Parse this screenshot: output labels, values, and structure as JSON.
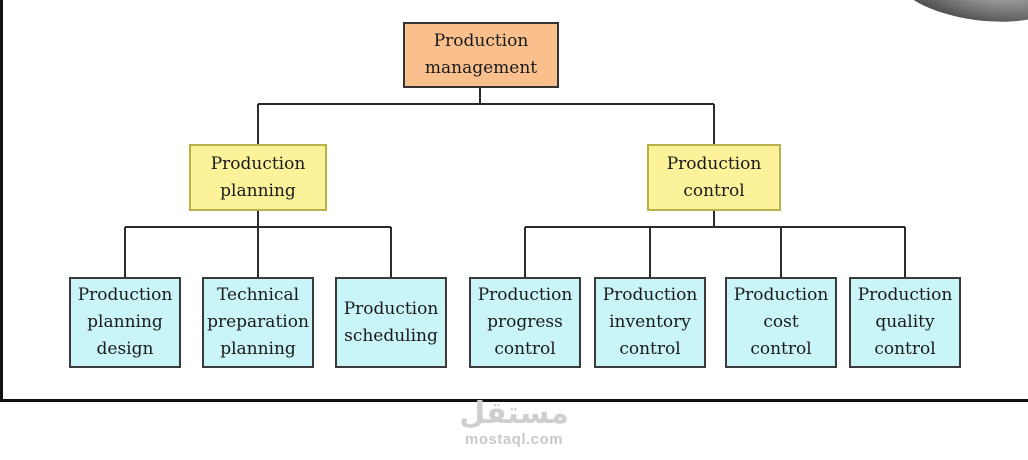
{
  "diagram": {
    "root": {
      "label": "Production\nmanagement"
    },
    "branches": [
      {
        "label": "Production\nplanning",
        "children": [
          {
            "label": "Production\nplanning\ndesign"
          },
          {
            "label": "Technical\npreparation\nplanning"
          },
          {
            "label": "Production\nscheduling"
          }
        ]
      },
      {
        "label": "Production\ncontrol",
        "children": [
          {
            "label": "Production\nprogress\ncontrol"
          },
          {
            "label": "Production\ninventory\ncontrol"
          },
          {
            "label": "Production\ncost control"
          },
          {
            "label": "Production\nquality\ncontrol"
          }
        ]
      }
    ],
    "colors": {
      "root_fill": "#f9c08e",
      "branch_fill": "#fbf29a",
      "leaf_fill": "#c9f4f8",
      "connector": "#2b2b2b"
    }
  },
  "watermark": {
    "arabic": "مستقل",
    "latin": "mostaql.com"
  }
}
